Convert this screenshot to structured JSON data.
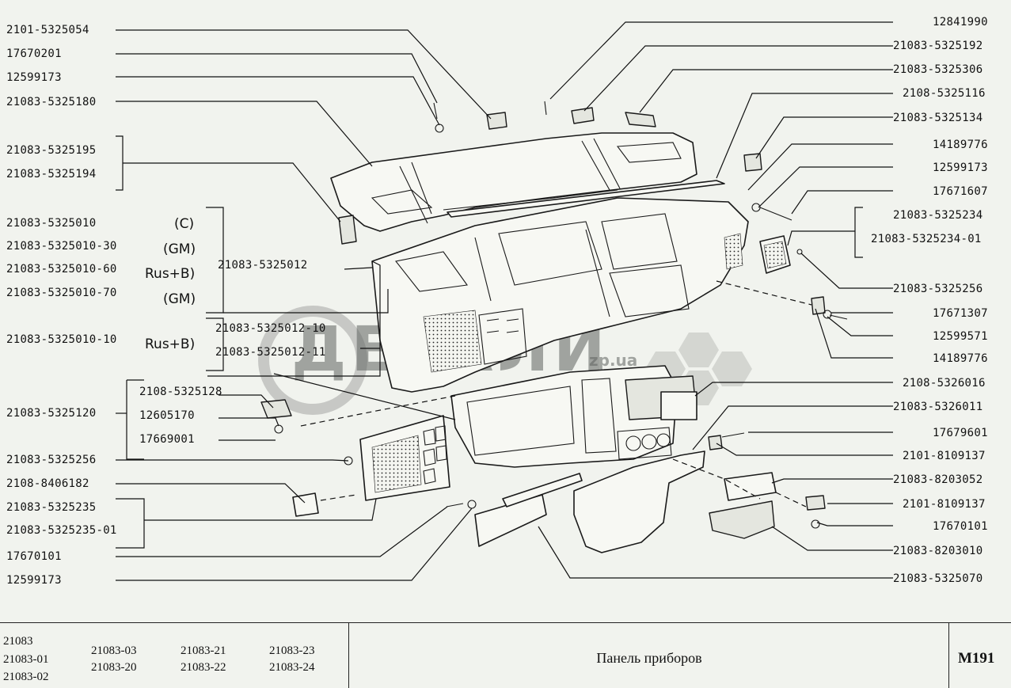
{
  "watermark": {
    "text": "ДЕТАЛИ",
    "suffix": "zp.ua"
  },
  "labels_left": [
    "2101-5325054",
    "17670201",
    "12599173",
    "21083-5325180",
    "21083-5325195",
    "21083-5325194",
    "21083-5325010",
    "21083-5325010-30",
    "21083-5325010-60",
    "21083-5325010-70",
    "21083-5325010-10",
    "21083-5325120",
    "21083-5325256",
    "2108-8406182",
    "21083-5325235",
    "21083-5325235-01",
    "17670101",
    "12599173"
  ],
  "variant_labels": [
    "(C)",
    "(GM)",
    "Rus+B)",
    "(GM)",
    "Rus+B)"
  ],
  "labels_inner": [
    "21083-5325012",
    "21083-5325012-10",
    "21083-5325012-11",
    "2108-5325128",
    "12605170",
    "17669001"
  ],
  "labels_right": [
    "12841990",
    "21083-5325192",
    "21083-5325306",
    "2108-5325116",
    "21083-5325134",
    "14189776",
    "12599173",
    "17671607",
    "21083-5325234",
    "21083-5325234-01",
    "21083-5325256",
    "17671307",
    "12599571",
    "14189776",
    "2108-5326016",
    "21083-5326011",
    "17679601",
    "2101-8109137",
    "21083-8203052",
    "2101-8109137",
    "17670101",
    "21083-8203010",
    "21083-5325070"
  ],
  "models": [
    "21083",
    "21083-01",
    "21083-02",
    "21083-03",
    "21083-20",
    "21083-21",
    "21083-22",
    "21083-23",
    "21083-24"
  ],
  "title": "Панель приборов",
  "code": "M191"
}
